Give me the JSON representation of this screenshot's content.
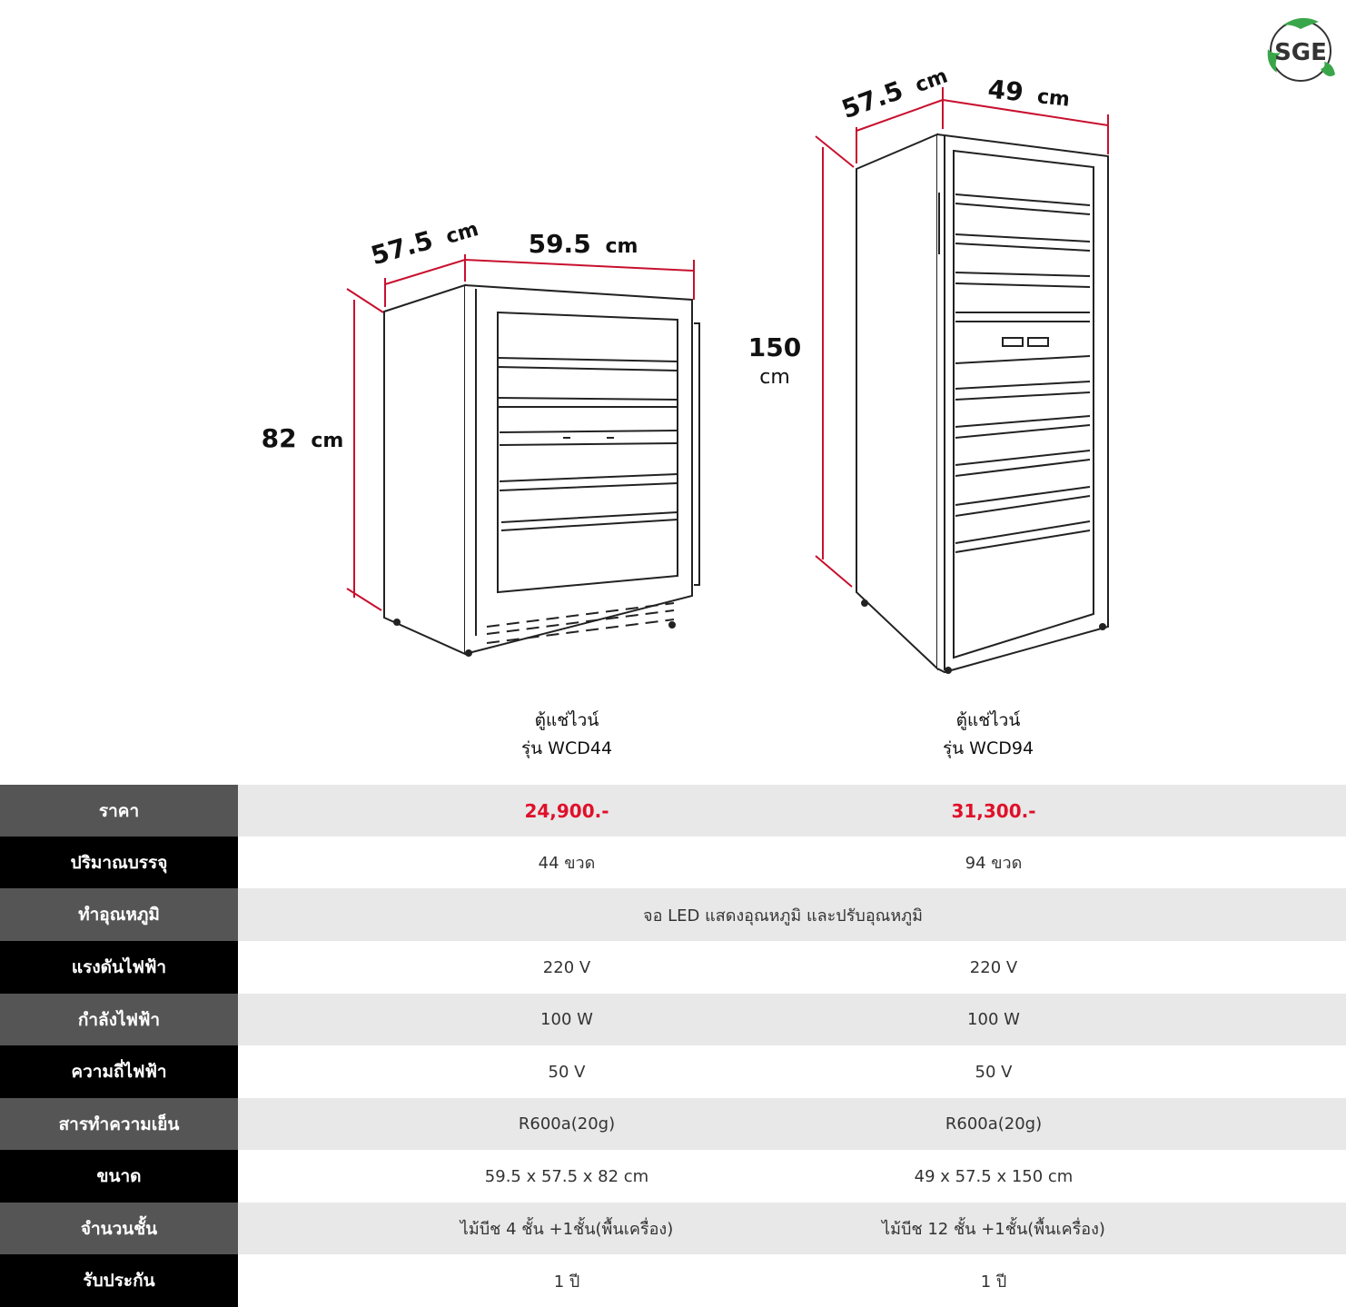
{
  "brand": {
    "logo_text": "SGE",
    "leaf_color": "#3aa64a"
  },
  "accent_color": "#e0102a",
  "dimension_line_color": "#c8102e",
  "models": [
    {
      "caption_line1": "ตู้แช่ไวน์",
      "caption_line2": "รุ่น WCD44",
      "dims": {
        "depth_value": "57.5",
        "depth_unit": "cm",
        "width_value": "59.5",
        "width_unit": "cm",
        "height_value": "82",
        "height_unit": "cm"
      }
    },
    {
      "caption_line1": "ตู้แช่ไวน์",
      "caption_line2": "รุ่น WCD94",
      "dims": {
        "depth_value": "57.5",
        "depth_unit": "cm",
        "width_value": "49",
        "width_unit": "cm",
        "height_value": "150",
        "height_unit": "cm"
      }
    }
  ],
  "table": {
    "rows": [
      {
        "label": "ราคา",
        "v1": "24,900.-",
        "v2": "31,300.-",
        "price": true
      },
      {
        "label": "ปริมาณบรรจุ",
        "v1": "44  ขวด",
        "v2": "94  ขวด"
      },
      {
        "label": "ทำอุณหภูมิ",
        "span": "จอ LED แสดงอุณหภูมิ และปรับอุณหภูมิ"
      },
      {
        "label": "แรงดันไฟฟ้า",
        "v1": "220 V",
        "v2": "220 V"
      },
      {
        "label": "กำลังไฟฟ้า",
        "v1": "100 W",
        "v2": "100 W"
      },
      {
        "label": "ความถี่ไฟฟ้า",
        "v1": "50 V",
        "v2": "50 V"
      },
      {
        "label": "สารทำความเย็น",
        "v1": "R600a(20g)",
        "v2": "R600a(20g)"
      },
      {
        "label": "ขนาด",
        "v1": "59.5 x 57.5 x 82 cm",
        "v2": "49 x 57.5 x 150 cm"
      },
      {
        "label": "จำนวนชั้น",
        "v1": "ไม้บีช 4 ชั้น +1ชั้น(พื้นเครื่อง)",
        "v2": "ไม้บีช 12 ชั้น +1ชั้น(พื้นเครื่อง)"
      },
      {
        "label": "รับประกัน",
        "v1": "1 ปี",
        "v2": "1 ปี"
      }
    ],
    "label_bg_dark": "#000000",
    "label_bg_gray": "#555555",
    "val_bg_gray": "#e8e8e8",
    "val_bg_white": "#ffffff"
  }
}
